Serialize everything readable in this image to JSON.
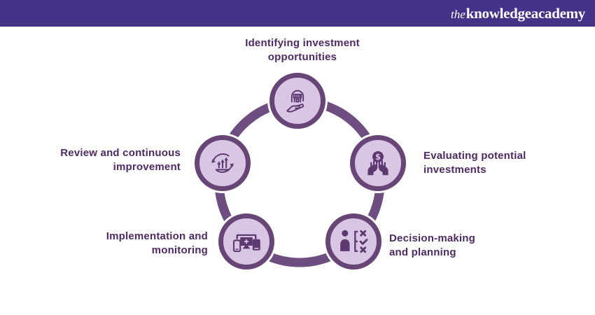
{
  "header": {
    "logo": {
      "prefix": "the",
      "word1": "knowledge",
      "word2": "academy"
    }
  },
  "colors": {
    "background": "#FFFFFF",
    "header_bg": "#443289",
    "logo_text": "#FFFFFF",
    "ring": "#6E4E81",
    "node_border": "#684577",
    "node_fill": "#D8C6E4",
    "icon": "#5C3970",
    "label_text": "#4E2A63"
  },
  "diagram": {
    "type": "circular-process",
    "nodes": [
      {
        "id": "identifying-investment-opportunities",
        "position": "top",
        "label": "Identifying investment\nopportunities",
        "icon": "hand-holding-store-icon"
      },
      {
        "id": "evaluating-potential-investments",
        "position": "right",
        "label": "Evaluating potential\ninvestments",
        "icon": "hands-holding-dollar-icon",
        "icon_glyph": "$"
      },
      {
        "id": "decision-making-and-planning",
        "position": "bottom-right",
        "label": "Decision-making\nand planning",
        "icon": "person-checklist-icon"
      },
      {
        "id": "implementation-and-monitoring",
        "position": "bottom-left",
        "label": "Implementation and\nmonitoring",
        "icon": "responsive-devices-icon"
      },
      {
        "id": "review-and-continuous-improvement",
        "position": "left",
        "label": "Review and continuous\nimprovement",
        "icon": "growth-cycle-arrows-icon"
      }
    ]
  }
}
